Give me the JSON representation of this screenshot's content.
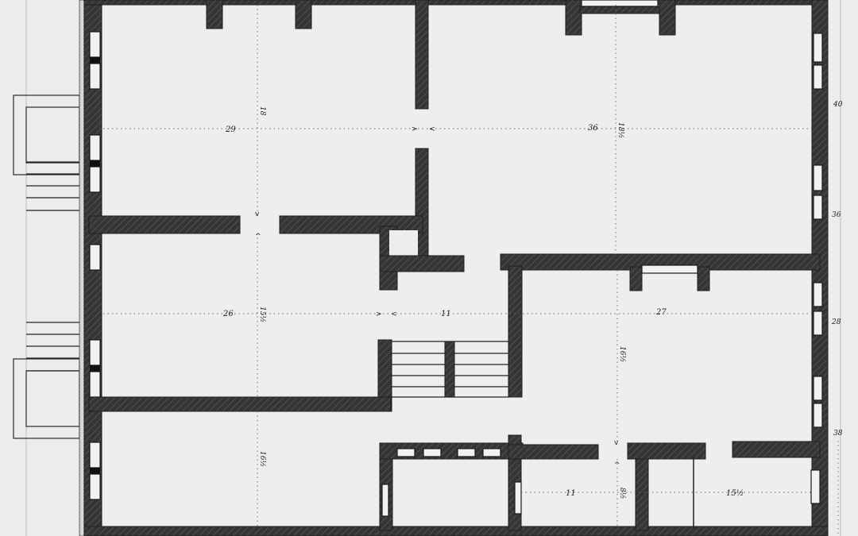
{
  "drawing": {
    "type": "architectural floor plan",
    "wall_color": "#3a3a3a",
    "paper_color": "#ececec"
  },
  "dimensions": {
    "room_top_left": {
      "width": "29",
      "depth": "18"
    },
    "room_top_right": {
      "width": "36",
      "depth": "18½"
    },
    "room_mid_left": {
      "width": "26",
      "depth": "15½"
    },
    "stair_hall": {
      "width": "11"
    },
    "room_mid_right": {
      "width": "27",
      "depth": "16½"
    },
    "room_bottom_left": {
      "depth": "16½"
    },
    "room_bottom_small": {
      "width": "11",
      "depth": "8½"
    },
    "room_bottom_right": {
      "width": "15½"
    }
  },
  "elevation_marks": {
    "right_margin": [
      "40",
      "36",
      "28",
      "38"
    ]
  },
  "arrows": {
    "right": ">",
    "left": "<",
    "up": "^",
    "down": "v"
  }
}
